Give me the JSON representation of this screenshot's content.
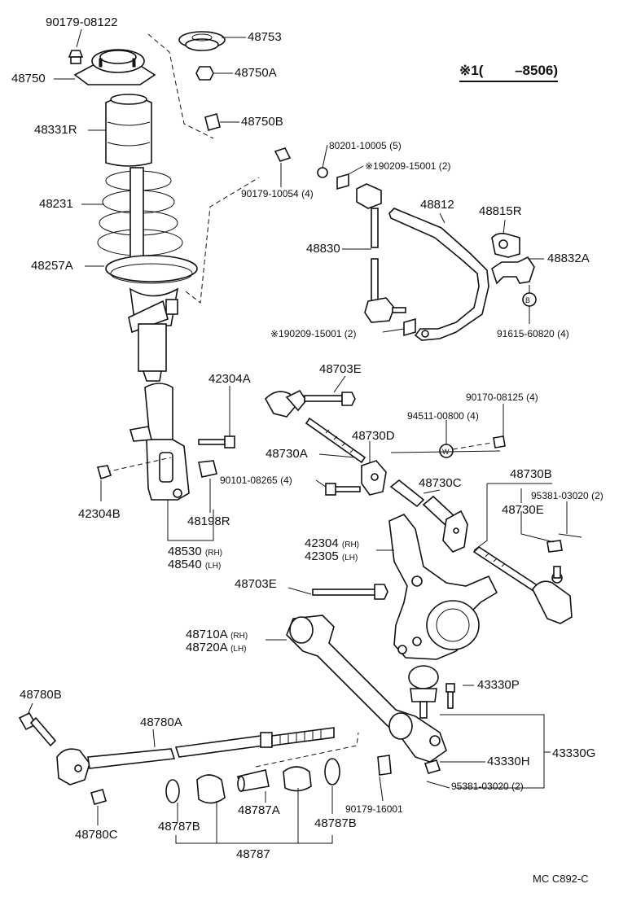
{
  "applicability_note": "※1(　　 –8506)",
  "drawing_code": "MC  C892-C",
  "parts": {
    "p90179_08122": "90179-08122",
    "p48753": "48753",
    "p48750": "48750",
    "p48750A": "48750A",
    "p48331R": "48331R",
    "p48750B": "48750B",
    "p80201_10005": "80201-10005 (5)",
    "p190209_15001_top": "※190209-15001 (2)",
    "p90179_10054": "90179-10054 (4)",
    "p48812": "48812",
    "p48815R": "48815R",
    "p48231": "48231",
    "p48830": "48830",
    "p48832A": "48832A",
    "p48257A": "48257A",
    "p190209_15001_bot": "※190209-15001 (2)",
    "p91615_60820": "91615-60820 (4)",
    "p42304A": "42304A",
    "p48703E_top": "48703E",
    "p90170_08125": "90170-08125 (4)",
    "p94511_00800": "94511-00800 (4)",
    "p48730D": "48730D",
    "p48730A": "48730A",
    "p42304B": "42304B",
    "p90101_08265": "90101-08265 (4)",
    "p48730C": "48730C",
    "p48730B": "48730B",
    "p95381_03020_top": "95381-03020 (2)",
    "p48730E": "48730E",
    "p48198R": "48198R",
    "p42304": "42304",
    "p42305": "42305",
    "p48530": "48530",
    "p48540": "48540",
    "p48703E_bot": "48703E",
    "p48710A": "48710A",
    "p48720A": "48720A",
    "p43330P": "43330P",
    "p48780B": "48780B",
    "p48780A": "48780A",
    "p43330G": "43330G",
    "p43330H": "43330H",
    "p95381_03020_bot": "95381-03020 (2)",
    "p48787A": "48787A",
    "p90179_16001": "90179-16001",
    "p48780C": "48780C",
    "p48787B_left": "48787B",
    "p48787B_right": "48787B",
    "p48787": "48787"
  },
  "side_tags": {
    "rh": "(RH)",
    "lh": "(LH)"
  },
  "circle_marks": {
    "w": "W",
    "b": "B"
  }
}
